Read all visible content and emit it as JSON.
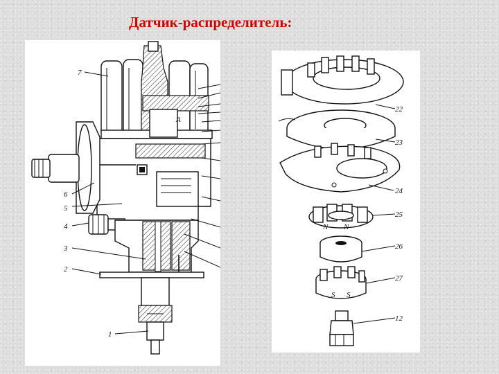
{
  "title": "Датчик-распределитель:",
  "left_labels": [
    "7",
    "6",
    "5",
    "4",
    "3",
    "2",
    "1"
  ],
  "letter_a": "А",
  "right_labels": [
    "22",
    "23",
    "24",
    "25",
    "26",
    "27",
    "12"
  ],
  "magnet_letters": [
    "N",
    "N",
    "S",
    "S"
  ]
}
